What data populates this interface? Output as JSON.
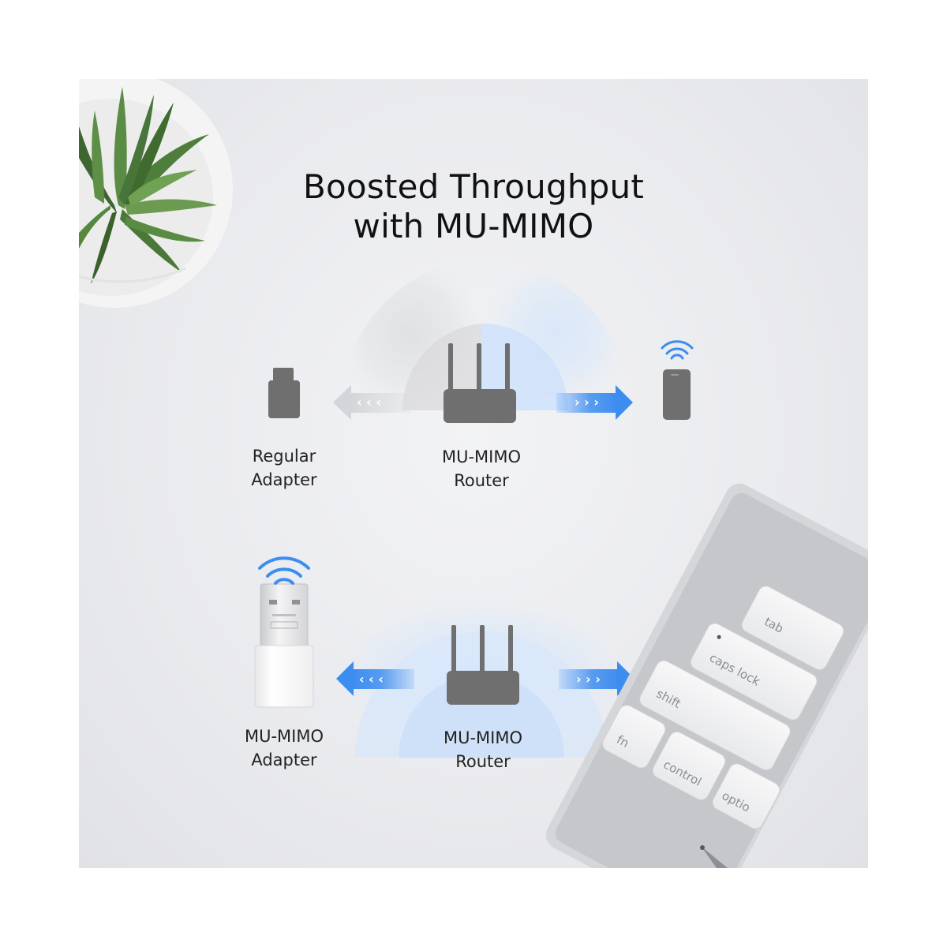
{
  "title": {
    "line1": "Boosted Throughput",
    "line2": "with MU-MIMO"
  },
  "top_scenario": {
    "left_device_label_1": "Regular",
    "left_device_label_2": "Adapter",
    "router_label_1": "MU-MIMO",
    "router_label_2": "Router"
  },
  "bottom_scenario": {
    "left_device_label_1": "MU-MIMO",
    "left_device_label_2": "Adapter",
    "router_label_1": "MU-MIMO",
    "router_label_2": "Router"
  },
  "keyboard": {
    "keys": [
      "tab",
      "caps lock",
      "shift",
      "fn",
      "control",
      "optio"
    ]
  },
  "colors": {
    "accent_blue": "#3d8df0",
    "device_gray": "#6f6f6f",
    "grey_arrow": "#d8d9dc"
  }
}
